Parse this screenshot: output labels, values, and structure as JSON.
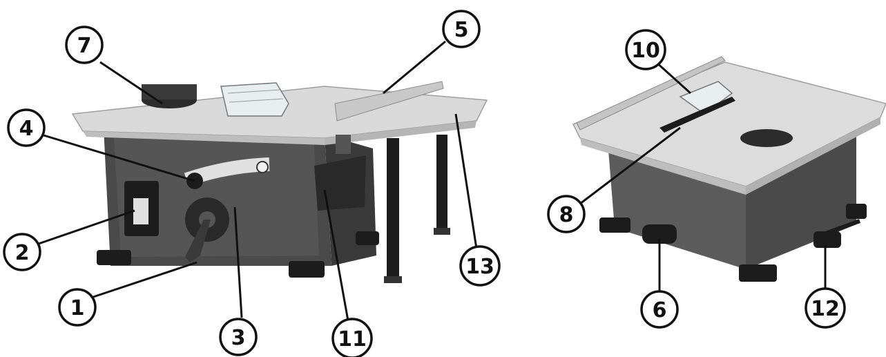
{
  "figure": {
    "callouts": [
      "1",
      "2",
      "3",
      "4",
      "5",
      "6",
      "7",
      "8",
      "10",
      "11",
      "12",
      "13"
    ]
  },
  "colors": {
    "body_dark": "#4a4a4a",
    "body_mid": "#5c5c5c",
    "table_top": "#d9d9d9",
    "table_edge": "#bdbdbd",
    "foot_black": "#1c1c1c",
    "outline": "#111111"
  }
}
